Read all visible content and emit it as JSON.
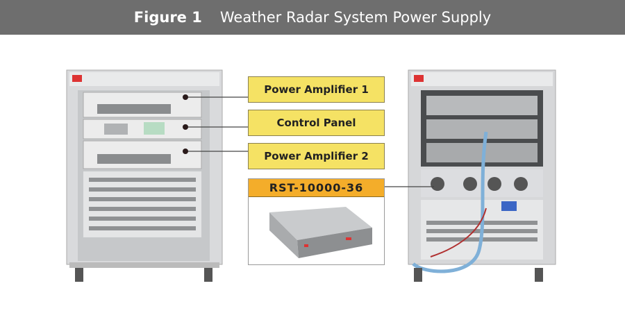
{
  "header": {
    "figure": "Figure 1",
    "title": "Weather Radar System Power Supply"
  },
  "labels": {
    "pa1": "Power Amplifier 1",
    "control": "Control Panel",
    "pa2": "Power Amplifier 2",
    "psu_model": "RST-10000-36"
  },
  "colors": {
    "header_bg": "#6e6e6e",
    "label_yellow": "#f5e264",
    "label_orange": "#f4ad2a"
  }
}
